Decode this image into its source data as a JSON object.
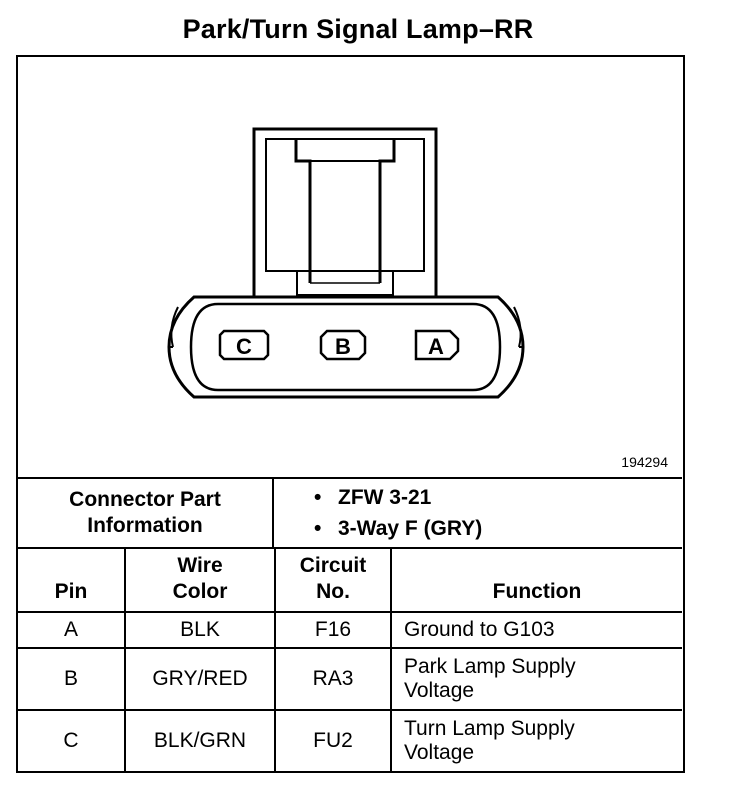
{
  "title": "Park/Turn Signal Lamp–RR",
  "figure_number": "194294",
  "connector": {
    "pins": [
      "C",
      "B",
      "A"
    ]
  },
  "connector_part_info": {
    "label_line1": "Connector Part",
    "label_line2": "Information",
    "items": [
      "ZFW 3-21",
      "3-Way F (GRY)"
    ]
  },
  "table": {
    "headers": {
      "pin": "Pin",
      "wire_color_1": "Wire",
      "wire_color_2": "Color",
      "circuit_1": "Circuit",
      "circuit_2": "No.",
      "function": "Function"
    },
    "rows": [
      {
        "pin": "A",
        "wire": "BLK",
        "circuit": "F16",
        "function_1": "Ground to G103",
        "function_2": ""
      },
      {
        "pin": "B",
        "wire": "GRY/RED",
        "circuit": "RA3",
        "function_1": "Park Lamp Supply",
        "function_2": "Voltage"
      },
      {
        "pin": "C",
        "wire": "BLK/GRN",
        "circuit": "FU2",
        "function_1": "Turn Lamp Supply",
        "function_2": "Voltage"
      }
    ]
  }
}
